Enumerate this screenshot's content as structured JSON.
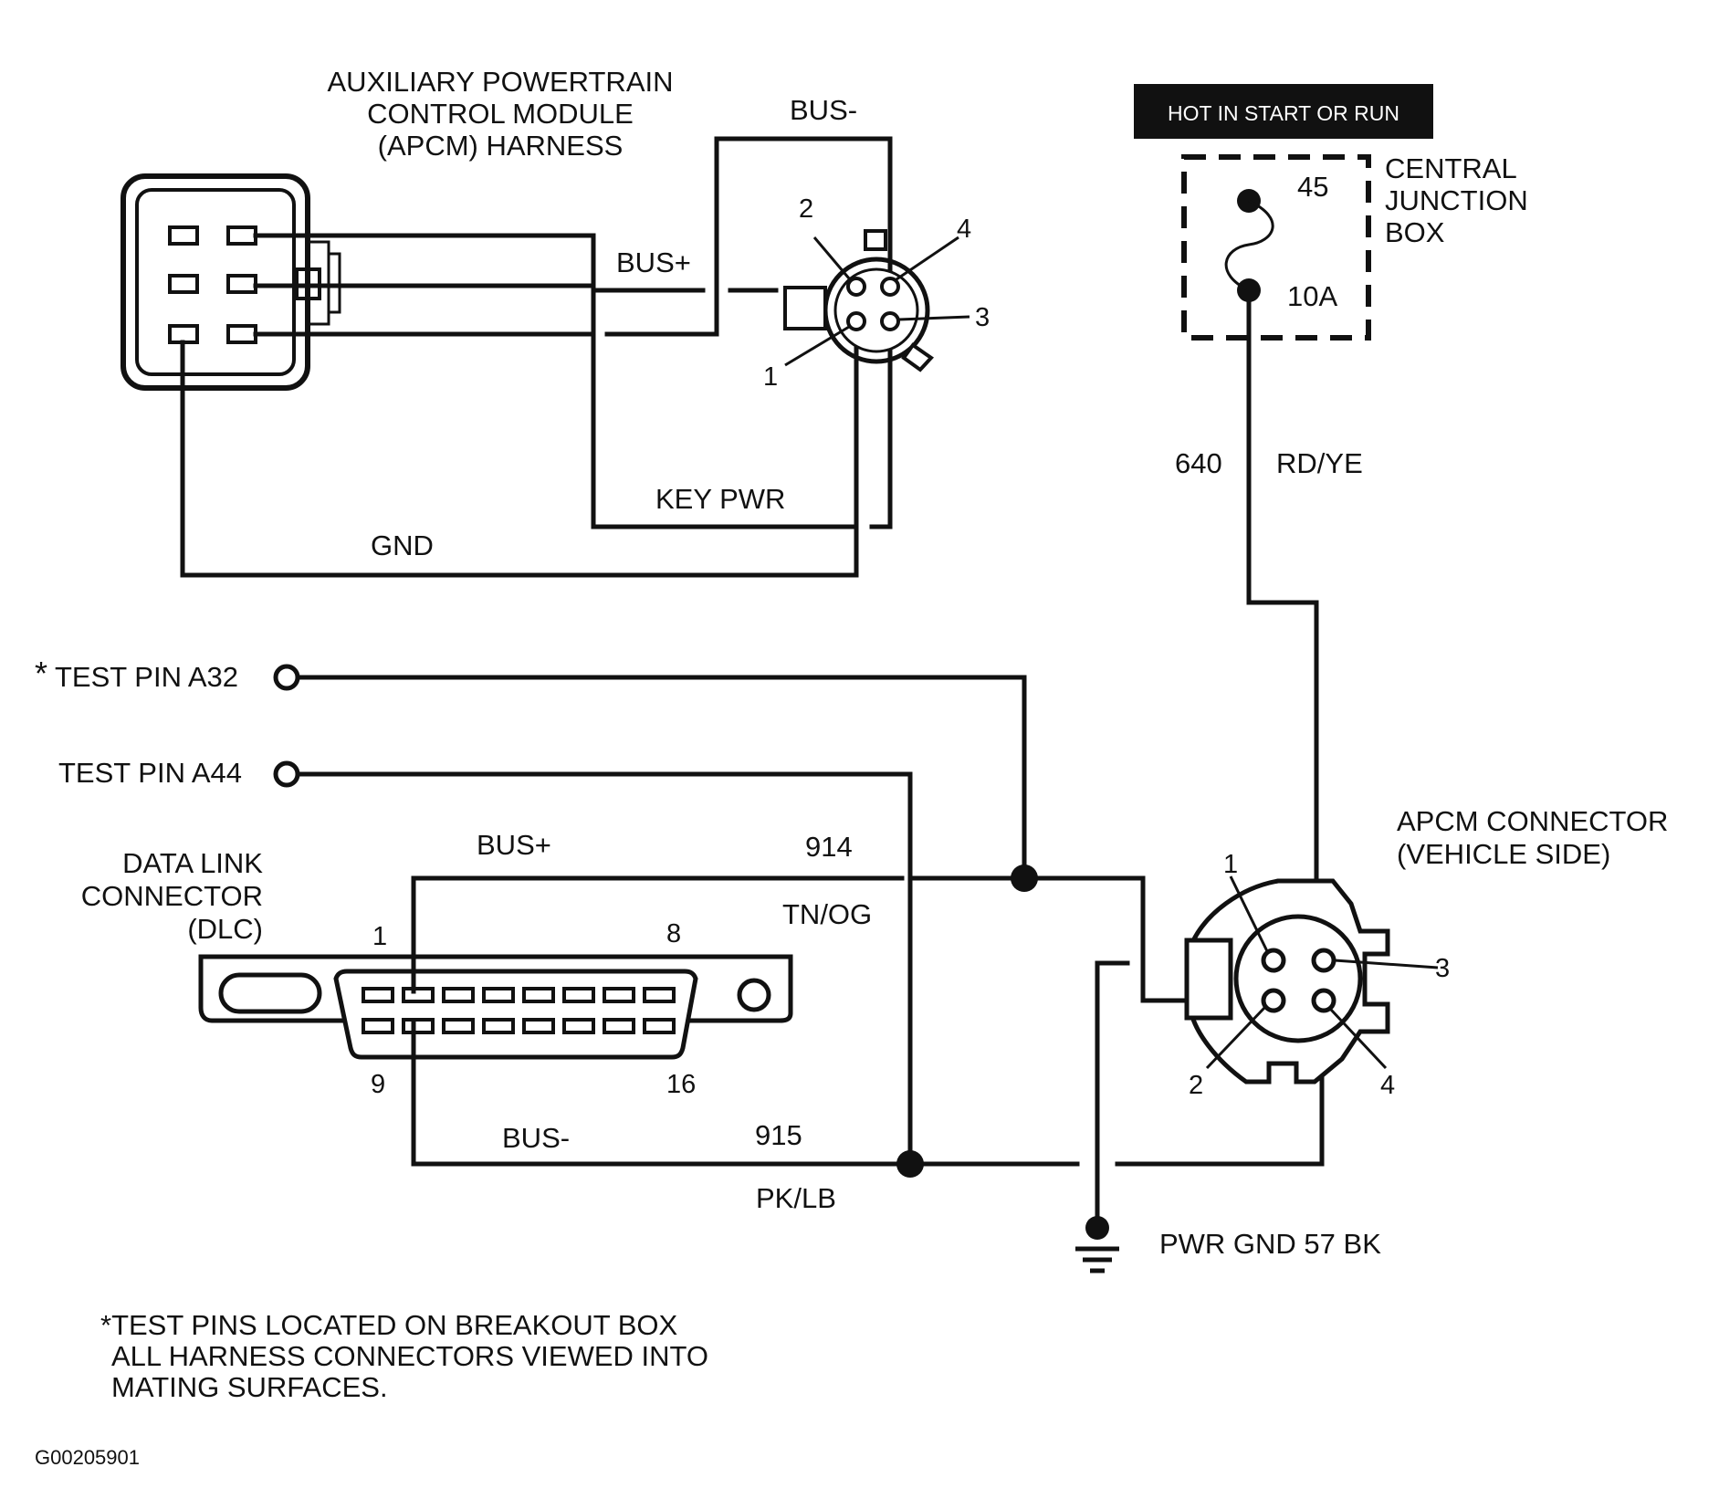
{
  "apcm_harness": {
    "title_line1": "AUXILIARY POWERTRAIN",
    "title_line2": "CONTROL MODULE",
    "title_line3": "(APCM) HARNESS",
    "wire_bus_minus": "BUS-",
    "wire_bus_plus": "BUS+",
    "wire_key_pwr": "KEY PWR",
    "wire_gnd": "GND",
    "pin1": "1",
    "pin2": "2",
    "pin3": "3",
    "pin4": "4"
  },
  "junction_box": {
    "hot_label": "HOT IN START OR RUN",
    "title_line1": "CENTRAL",
    "title_line2": "JUNCTION",
    "title_line3": "BOX",
    "fuse_number": "45",
    "fuse_rating": "10A",
    "circuit_number": "640",
    "wire_color": "RD/YE"
  },
  "test_pins": {
    "a32": "TEST PIN A32",
    "a32_mark": "*",
    "a44": "TEST PIN A44"
  },
  "dlc": {
    "title_line1": "DATA LINK",
    "title_line2": "CONNECTOR",
    "title_line3": "(DLC)",
    "pin1": "1",
    "pin8": "8",
    "pin9": "9",
    "pin16": "16"
  },
  "circuits": {
    "bus_plus": "BUS+",
    "bus_plus_number": "914",
    "bus_plus_color": "TN/OG",
    "bus_minus": "BUS-",
    "bus_minus_number": "915",
    "bus_minus_color": "PK/LB"
  },
  "apcm_connector": {
    "title_line1": "APCM CONNECTOR",
    "title_line2": "(VEHICLE SIDE)",
    "pin1": "1",
    "pin2": "2",
    "pin3": "3",
    "pin4": "4"
  },
  "ground": {
    "label": "PWR GND 57 BK"
  },
  "notes": {
    "line1": "*TEST PINS LOCATED ON BREAKOUT BOX",
    "line2": "ALL HARNESS CONNECTORS VIEWED INTO",
    "line3": "MATING SURFACES."
  },
  "figure_id": "G00205901"
}
